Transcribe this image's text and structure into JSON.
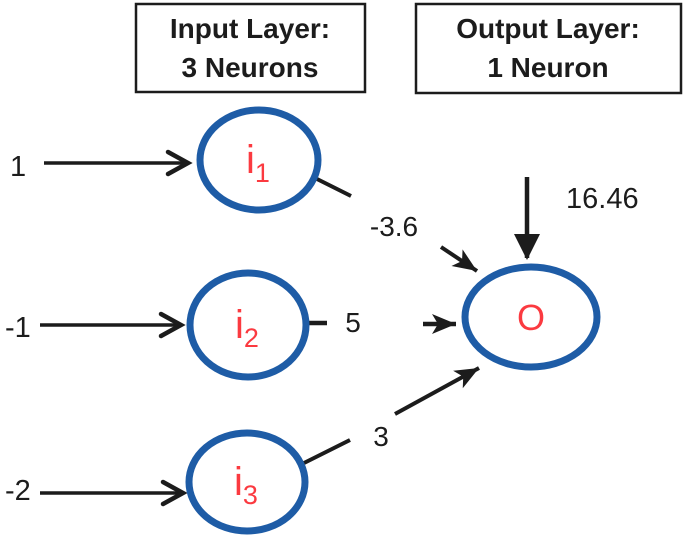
{
  "diagram": {
    "type": "neural-network-diagram",
    "colors": {
      "background": "#ffffff",
      "neuron_stroke": "#1e5ca6",
      "neuron_label": "#fb3a40",
      "line": "#1c1c1c",
      "box_border": "#1c1c1c",
      "text": "#1c1c1c"
    },
    "layer_boxes": [
      {
        "id": "input",
        "line1": "Input Layer:",
        "line2": "3 Neurons"
      },
      {
        "id": "output",
        "line1": "Output Layer:",
        "line2": "1 Neuron"
      }
    ],
    "input_neurons": [
      {
        "label": "i",
        "sub": "1",
        "input_value": "1",
        "weight": "-3.6"
      },
      {
        "label": "i",
        "sub": "2",
        "input_value": "-1",
        "weight": "5"
      },
      {
        "label": "i",
        "sub": "3",
        "input_value": "-2",
        "weight": "3"
      }
    ],
    "output_neuron": {
      "label": "O",
      "bias": "16.46"
    }
  }
}
